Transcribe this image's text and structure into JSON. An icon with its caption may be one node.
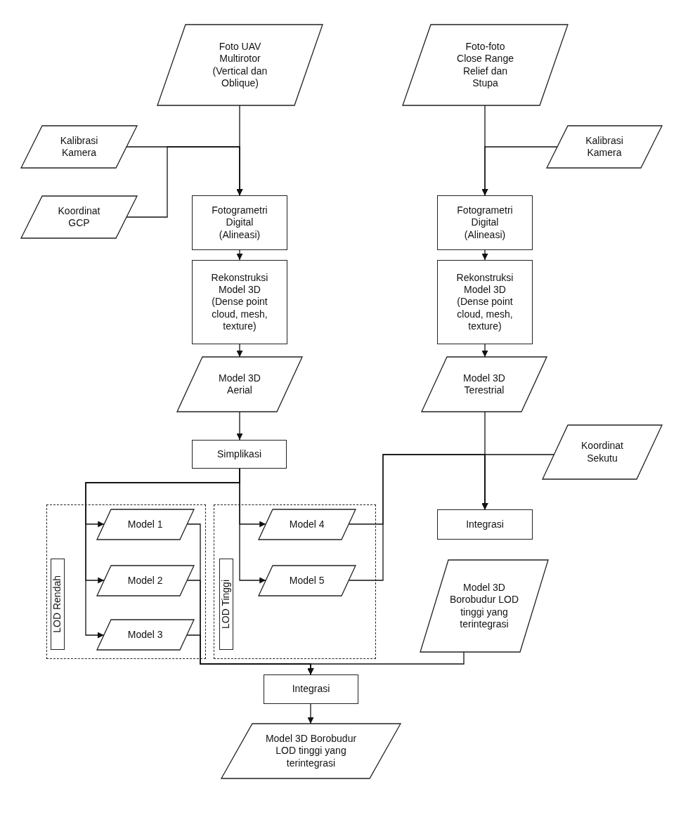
{
  "diagram": {
    "nodes": [
      {
        "text": [
          "Foto UAV Multirotor (Vertical dan Oblique)"
        ]
      },
      {
        "text": [
          "Foto-foto Close Range Relief dan Stupa"
        ]
      },
      {
        "text": [
          "Kalibrasi Kamera"
        ]
      },
      {
        "text": [
          "Koordinat GCP"
        ]
      },
      {
        "text": [
          "Fotogrametri Digital (Alineasi)"
        ]
      },
      {
        "text": [
          "Rekonstruksi Model 3D (Dense point cloud, mesh, texture)"
        ]
      },
      {
        "text": [
          "Model 3D Aerial"
        ]
      },
      {
        "text": [
          "Simplikasi"
        ]
      },
      {
        "text": [
          "Kalibrasi Kamera"
        ]
      },
      {
        "text": [
          "Fotogrametri Digital (Alineasi)"
        ]
      },
      {
        "text": [
          "Rekonstruksi Model 3D (Dense point cloud, mesh, texture)"
        ]
      },
      {
        "text": [
          "Model 3D Terestrial"
        ]
      },
      {
        "text": [
          "Koordinat Sekutu"
        ]
      },
      {
        "text": [],
        "shape": "box"
      },
      {
        "text": [
          "LOD Rendah"
        ],
        "in": 13
      },
      {
        "text": [
          "Model 1"
        ],
        "in": 13
      },
      {
        "text": [
          "Model 2"
        ],
        "in": 13
      },
      {
        "text": [
          "Model 3"
        ],
        "in": 13
      },
      {
        "text": [],
        "shape": "box"
      },
      {
        "text": [
          "LOD Tinggi"
        ],
        "in": 18
      },
      {
        "text": [
          "Model 4"
        ],
        "in": 18
      },
      {
        "text": [
          "Model 5"
        ],
        "in": 18
      },
      {
        "text": [
          "Integrasi"
        ]
      },
      {
        "text": [
          "Model 3D Borobudur LOD tinggi yang terintegrasi"
        ]
      },
      {
        "text": [
          "Integrasi"
        ]
      },
      {
        "text": [
          "Model 3D Borobudur LOD tinggi yang terintegrasi"
        ]
      }
    ],
    "edges": [
      {
        "from": 0,
        "to": 4,
        "arrow": "to"
      },
      {
        "from": 2,
        "to": 4,
        "arrow": "to"
      },
      {
        "from": 3,
        "to": 4,
        "arrow": "to"
      },
      {
        "from": 4,
        "to": 5,
        "arrow": "to"
      },
      {
        "from": 5,
        "to": 6,
        "arrow": "to"
      },
      {
        "from": 6,
        "to": 7,
        "arrow": "to"
      },
      {
        "from": 1,
        "to": 9,
        "arrow": "to"
      },
      {
        "from": 8,
        "to": 9,
        "arrow": "to"
      },
      {
        "from": 9,
        "to": 10,
        "arrow": "to"
      },
      {
        "from": 10,
        "to": 11,
        "arrow": "to"
      },
      {
        "from": 11,
        "to": 22,
        "arrow": "to"
      },
      {
        "from": 12,
        "to": 22,
        "arrow": "to"
      },
      {
        "from": 7,
        "to": 15,
        "arrow": "to"
      },
      {
        "from": 7,
        "to": 16,
        "arrow": "to"
      },
      {
        "from": 7,
        "to": 17,
        "arrow": "to"
      },
      {
        "from": 7,
        "to": 20,
        "arrow": "to"
      },
      {
        "from": 7,
        "to": 21,
        "arrow": "to"
      },
      {
        "from": 20,
        "to": 22,
        "arrow": "to"
      },
      {
        "from": 21,
        "to": 22,
        "arrow": "to"
      },
      {
        "from": 15,
        "to": 24,
        "arrow": "to"
      },
      {
        "from": 16,
        "to": 24,
        "arrow": "to"
      },
      {
        "from": 17,
        "to": 24,
        "arrow": "to"
      },
      {
        "from": 23,
        "to": 24,
        "arrow": "to"
      },
      {
        "from": 24,
        "to": 25,
        "arrow": "to"
      }
    ]
  }
}
